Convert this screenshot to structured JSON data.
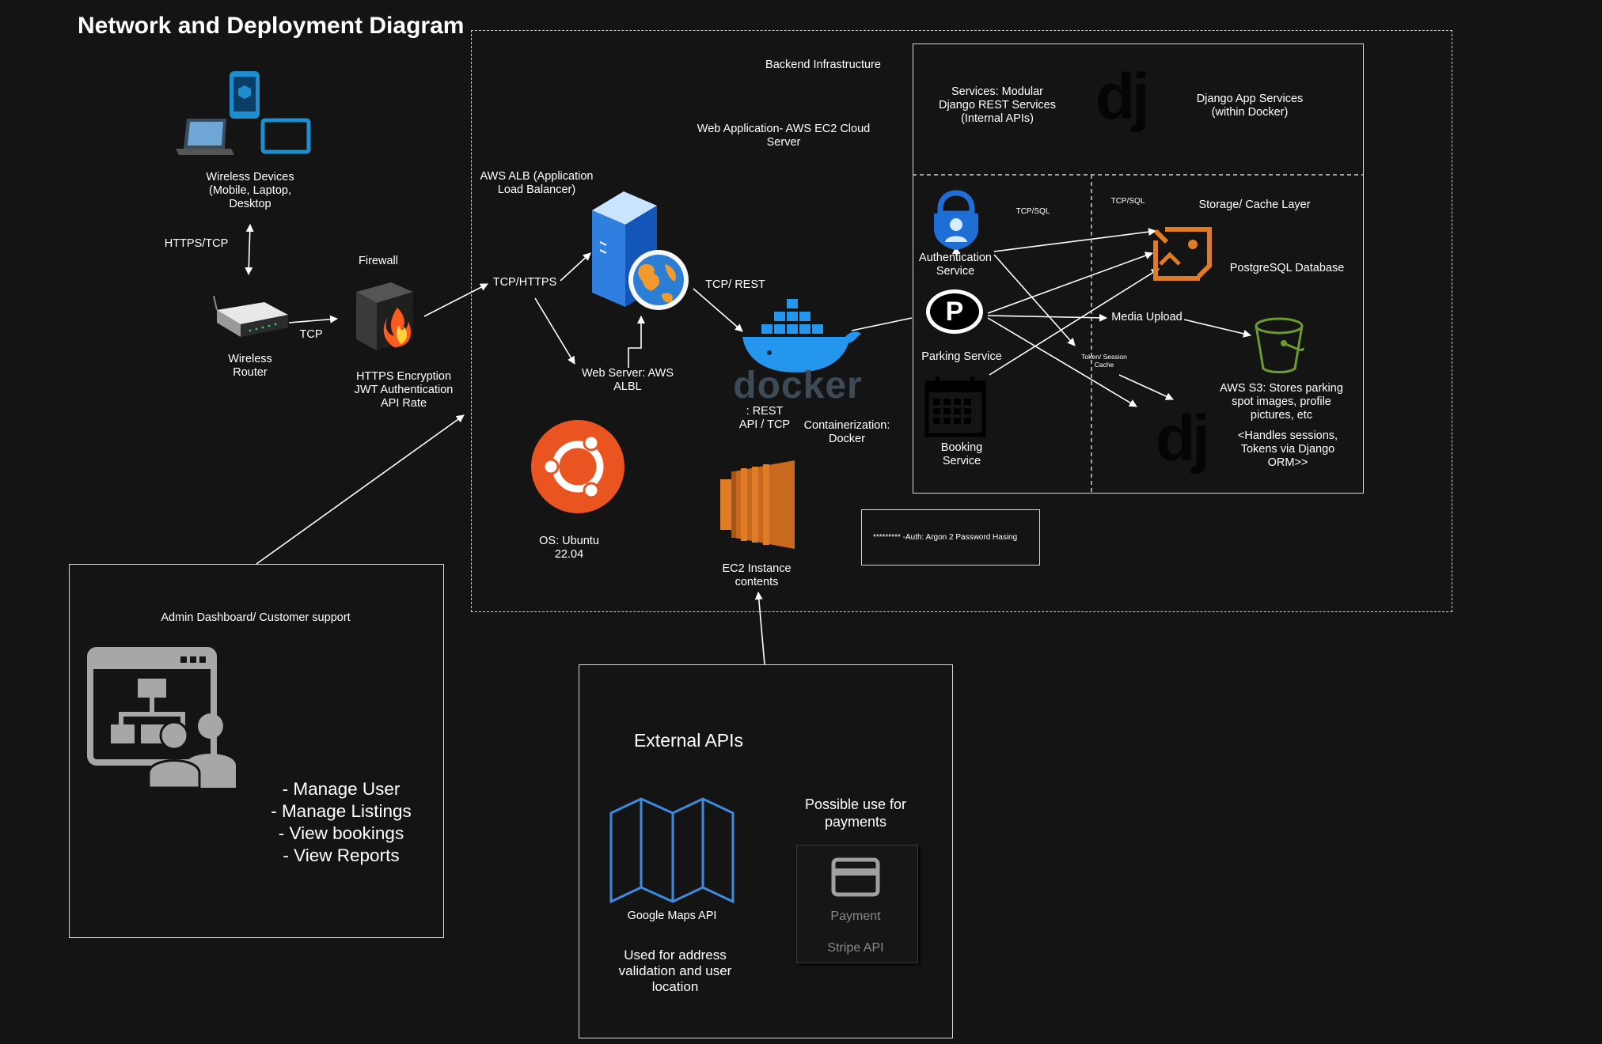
{
  "title": "Network and Deployment Diagram",
  "labels": {
    "wireless_devices": "Wireless Devices\n(Mobile, Laptop,\nDesktop",
    "https_tcp": "HTTPS/TCP",
    "wireless_router": "Wireless\nRouter",
    "tcp": "TCP",
    "firewall": "Firewall",
    "firewall_notes": "HTTPS Encryption\nJWT Authentication\nAPI Rate",
    "backend_infra": "Backend Infrastructure",
    "web_app": "Web Application- AWS EC2 Cloud\nServer",
    "aws_alb": "AWS ALB (Application\nLoad Balancer)",
    "tcp_https": "TCP/HTTPS",
    "web_server": "Web Server: AWS\nALBL",
    "tcp_rest": "TCP/ REST",
    "docker_word": "docker",
    "rest_api": ": REST\nAPI / TCP",
    "containerization": "Containerization:\nDocker",
    "os_ubuntu": "OS: Ubuntu\n22.04",
    "ec2_contents": "EC2 Instance\ncontents",
    "auth_note": "********* -Auth: Argon 2 Password Hasing",
    "services_modular": "Services: Modular\nDjango REST Services\n(Internal APIs)",
    "django_app_services": "Django App Services\n(within Docker)",
    "auth_service": "Authentication\nService",
    "tcp_sql_1": "TCP/SQL",
    "tcp_sql_2": "TCP/SQL",
    "storage_cache": "Storage/ Cache Layer",
    "postgres": "PostgreSQL Database",
    "parking_service": "Parking Service",
    "media_upload": "Media Upload",
    "token_cache": "Token/ Session\nCache",
    "booking_service": "Booking\nService",
    "s3": "AWS S3: Stores parking\nspot images, profile\npictures, etc",
    "sessions": "<Handles sessions,\nTokens via Django\nORM>>",
    "admin_title": "Admin Dashboard/ Customer support",
    "admin_list": "- Manage User\n- Manage Listings\n- View bookings\n- View Reports",
    "external_apis": "External APIs",
    "google_maps": "Google Maps API",
    "maps_use": "Used for address\nvalidation and user\nlocation",
    "payments_use": "Possible use for\npayments",
    "payment": "Payment",
    "stripe": "Stripe API",
    "django_glyph": "dj",
    "parking_glyph": "P"
  },
  "colors": {
    "background": "#141414",
    "line": "#ffffff",
    "docker_blue": "#2496ed",
    "ubuntu_orange": "#e95420",
    "aws_orange": "#e07b26",
    "s3_green": "#6b9a2e",
    "device_blue": "#1d8fd1",
    "maps_blue": "#3d8be0",
    "auth_blue": "#1f6ed6"
  },
  "icons": {
    "devices": "devices-icon",
    "router": "router-icon",
    "firewall": "firewall-icon",
    "server": "server-globe-icon",
    "docker": "docker-whale-icon",
    "ubuntu": "ubuntu-icon",
    "ec2": "ec2-icon",
    "django": "django-icon",
    "auth": "auth-lock-icon",
    "parking": "parking-icon",
    "calendar": "calendar-icon",
    "rds": "rds-database-icon",
    "s3": "s3-bucket-icon",
    "admin": "admin-dashboard-icon",
    "map": "map-icon",
    "card": "credit-card-icon"
  }
}
